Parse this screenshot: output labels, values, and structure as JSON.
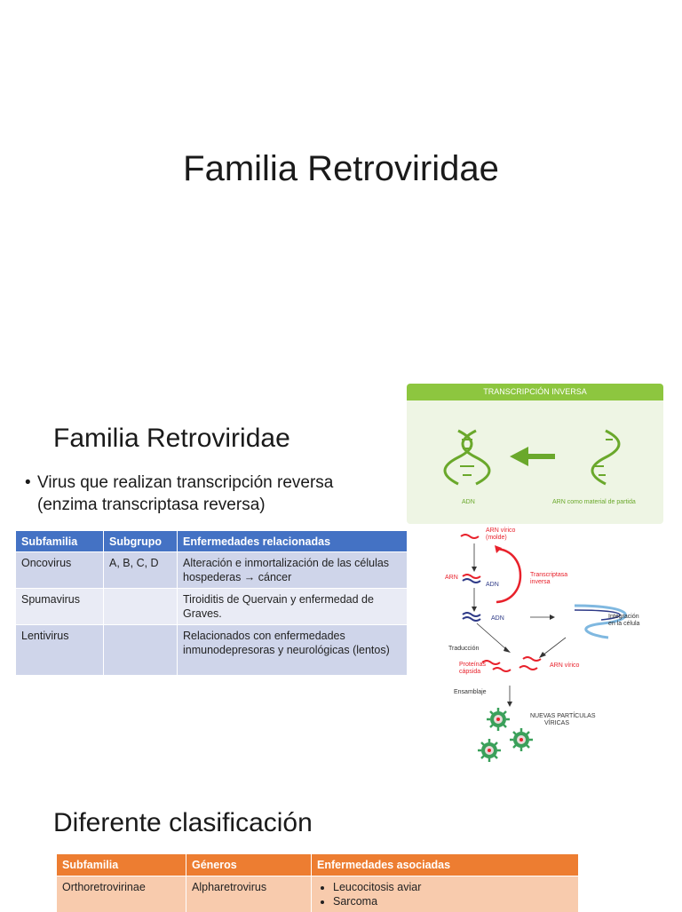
{
  "slide1": {
    "title": "Familia Retroviridae"
  },
  "slide2": {
    "title": "Familia Retroviridae",
    "bullet": "Virus que realizan transcripción reversa (enzima transcriptasa reversa)",
    "table": {
      "headers": [
        "Subfamilia",
        "Subgrupo",
        "Enfermedades relacionadas"
      ],
      "rows": [
        [
          "Oncovirus",
          "A, B, C, D",
          "Alteración e inmortalización de las células hospederas → cáncer"
        ],
        [
          "Spumavirus",
          "",
          "Tiroiditis de Quervain y enfermedad de Graves."
        ],
        [
          "Lentivirus",
          "",
          "Relacionados con enfermedades inmunodepresoras y neurológicas (lentos)"
        ]
      ]
    },
    "card": {
      "header": "TRANSCRIPCIÓN INVERSA",
      "left_label": "ADN",
      "right_label": "ARN como material de partida"
    },
    "diagram": {
      "arn_virico_molde": "ARN vírico",
      "molde": "(molde)",
      "arn": "ARN",
      "adn1": "ADN",
      "transcriptasa": "Transcriptasa",
      "inversa": "inversa",
      "adn2": "ADN",
      "integracion": "Integración",
      "en_la_celula": "en la célula",
      "traduccion": "Traducción",
      "proteinas": "Proteínas",
      "capsida": "cápsida",
      "arn_virico": "ARN vírico",
      "ensamblaje": "Ensamblaje",
      "nuevas": "NUEVAS PARTÍCULAS",
      "viricas": "VÍRICAS",
      "colors": {
        "red": "#e8212b",
        "blue": "#2e3a87",
        "green": "#3aa05a"
      }
    }
  },
  "slide3": {
    "title": "Diferente clasificación",
    "table": {
      "headers": [
        "Subfamilia",
        "Géneros",
        "Enfermedades asociadas"
      ],
      "rows": [
        {
          "subfamilia": "Orthoretrovirinae",
          "genero": "Alpharetrovirus",
          "enfermedades": [
            "Leucocitosis aviar",
            "Sarcoma"
          ]
        }
      ]
    }
  }
}
